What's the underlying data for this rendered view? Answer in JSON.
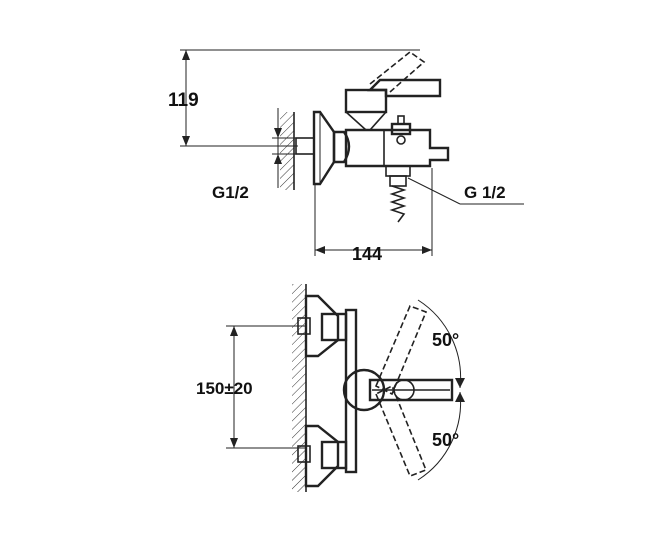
{
  "top_view": {
    "dim_height": "119",
    "dim_inlet": "G1/2",
    "dim_outlet": "G 1/2",
    "dim_projection": "144"
  },
  "front_view": {
    "dim_centers": "150±20",
    "angle_upper": "50°",
    "angle_lower": "50°"
  }
}
